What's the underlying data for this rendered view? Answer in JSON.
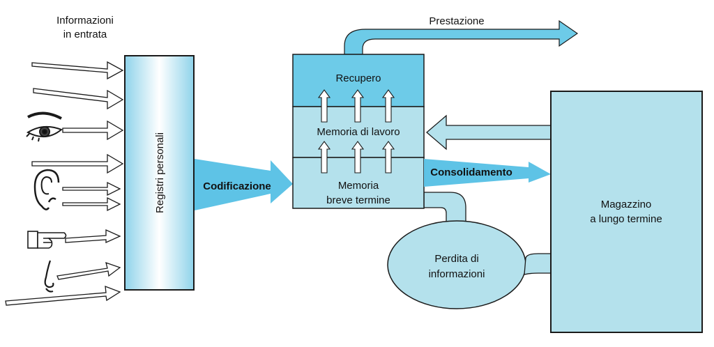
{
  "input_title": [
    "Informazioni",
    "in entrata"
  ],
  "registers_label": "Registri personali",
  "encoding_label": "Codificazione",
  "performance_label": "Prestazione",
  "retrieval_label": "Recupero",
  "working_memory_label": "Memoria di lavoro",
  "short_term_label": [
    "Memoria",
    "breve termine"
  ],
  "consolidation_label": "Consolidamento",
  "long_term_label": [
    "Magazzino",
    "a lungo termine"
  ],
  "loss_label": [
    "Perdita di",
    "informazioni"
  ],
  "colors": {
    "light_blue": "#b4e1ec",
    "mid_blue": "#6dcbe8",
    "arrow_blue": "#5ec3e6",
    "outline": "#1a1a1a"
  },
  "icons": [
    "eye-icon",
    "ear-icon",
    "pointing-hand-icon",
    "nose-icon"
  ]
}
